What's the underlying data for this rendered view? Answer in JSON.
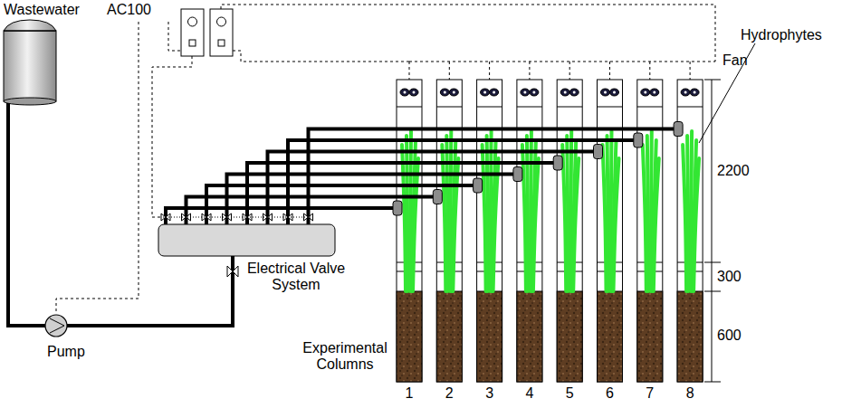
{
  "diagram": {
    "labels": [
      "Wastewater",
      "AC100",
      "Fan",
      "Hydrophytes",
      "2200",
      "300",
      "600",
      "Electrical Valve System",
      "Pump",
      "Experimental Columns",
      "1",
      "2",
      "3",
      "4",
      "5",
      "6",
      "7",
      "8"
    ]
  }
}
